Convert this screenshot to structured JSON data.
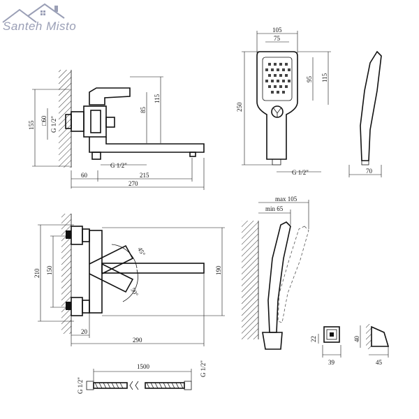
{
  "brand": {
    "name": "Santeh Misto",
    "icon": "house-roof-icon"
  },
  "views": {
    "side_view": {
      "labels": [
        "155",
        "□60",
        "G 1/2\"",
        "85",
        "115",
        "G 1/2\"",
        "60",
        "215",
        "270"
      ]
    },
    "hand_shower": {
      "labels": [
        "105",
        "75",
        "250",
        "95",
        "115",
        "G 1/2\"",
        "70"
      ]
    },
    "top_view": {
      "labels": [
        "210",
        "150",
        "45°",
        "50°",
        "190",
        "20",
        "290"
      ]
    },
    "holder_view": {
      "labels": [
        "max 105",
        "min 65",
        "22",
        "39",
        "40",
        "45"
      ]
    },
    "hose": {
      "labels": [
        "1500",
        "G 1/2\"",
        "G 1/2\""
      ]
    }
  }
}
